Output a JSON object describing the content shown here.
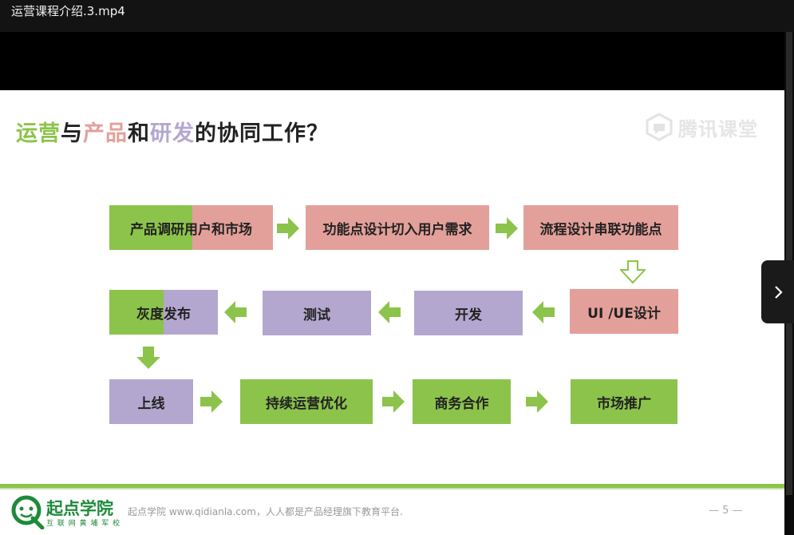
{
  "window": {
    "title": "运营课程介绍.3.mp4"
  },
  "slide": {
    "title_parts": [
      {
        "text": "运营",
        "color": "#8cc34b"
      },
      {
        "text": "与",
        "color": "#222222"
      },
      {
        "text": "产品",
        "color": "#e3a09a"
      },
      {
        "text": "和",
        "color": "#222222"
      },
      {
        "text": "研发",
        "color": "#b3a7cf"
      },
      {
        "text": "的协同工作？",
        "color": "#222222"
      }
    ],
    "watermark": "腾讯课堂",
    "flow": {
      "row1": [
        "产品调研用户和市场",
        "功能点设计切入用户需求",
        "流程设计串联功能点"
      ],
      "row2": [
        "UI /UE设计",
        "开发",
        "测试",
        "灰度发布"
      ],
      "row3": [
        "上线",
        "持续运营优化",
        "商务合作",
        "市场推广"
      ]
    },
    "colors": {
      "green": "#8cc34b",
      "pink": "#e3a09a",
      "purple": "#b3a7cf"
    }
  },
  "footer": {
    "logo_name": "起点学院",
    "logo_tagline": "互 联 网 黄 埔 军 校",
    "text": "起点学院 www.qidianla.com，人人都是产品经理旗下教育平台.",
    "page": "— 5 —"
  },
  "player": {
    "next_icon": "chevron-right-icon"
  }
}
